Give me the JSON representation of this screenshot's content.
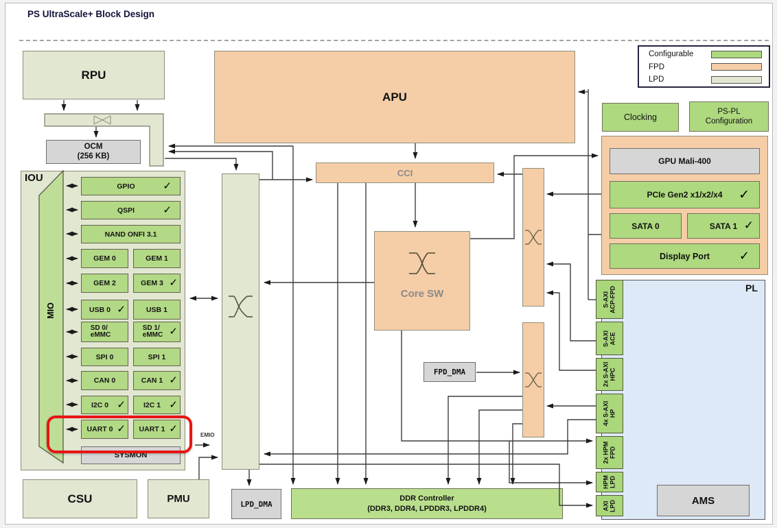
{
  "title": "PS UltraScale+ Block Design",
  "colors": {
    "configurable": "#aed97f",
    "fpd": "#f5cda6",
    "lpd": "#e2e7d2",
    "gray": "#d6d6d6",
    "pl_bg": "#dde9f6",
    "highlight": "#e81414",
    "line": "#3d3d3d"
  },
  "legend": {
    "items": [
      {
        "label": "Configurable",
        "swatch": "configurable"
      },
      {
        "label": "FPD",
        "swatch": "fpd"
      },
      {
        "label": "LPD",
        "swatch": "lpd"
      }
    ]
  },
  "blocks": {
    "rpu": "RPU",
    "ocm": [
      "OCM",
      "(256 KB)"
    ],
    "apu": "APU",
    "cci": "CCI",
    "core_sw": "Core SW",
    "iou": "IOU",
    "mio": "MIO",
    "sysmon": "SYSMON",
    "csu": "CSU",
    "pmu": "PMU",
    "lpd_dma": "LPD_DMA",
    "fpd_dma": "FPD_DMA",
    "ddr": [
      "DDR Controller",
      "(DDR3, DDR4, LPDDR3, LPDDR4)"
    ],
    "clocking": "Clocking",
    "ps_pl": [
      "PS-PL",
      "Configuration"
    ],
    "gpu": "GPU Mali-400",
    "pcie": "PCIe Gen2 x1/x2/x4",
    "sata0": "SATA 0",
    "sata1": "SATA 1",
    "display_port": "Display Port",
    "pl": "PL",
    "ams": "AMS",
    "emio": "EMIO"
  },
  "mio_rows": [
    {
      "cells": [
        {
          "label": "GPIO",
          "checked": true,
          "full": true
        }
      ]
    },
    {
      "cells": [
        {
          "label": "QSPI",
          "checked": true,
          "full": true
        }
      ]
    },
    {
      "cells": [
        {
          "label": "NAND ONFI 3.1",
          "checked": false,
          "full": true
        }
      ]
    },
    {
      "cells": [
        {
          "label": "GEM 0",
          "checked": false
        },
        {
          "label": "GEM 1",
          "checked": false
        }
      ]
    },
    {
      "cells": [
        {
          "label": "GEM 2",
          "checked": false
        },
        {
          "label": "GEM 3",
          "checked": true
        }
      ]
    },
    {
      "cells": [
        {
          "label": "USB 0",
          "checked": true
        },
        {
          "label": "USB 1",
          "checked": false
        }
      ]
    },
    {
      "cells": [
        {
          "label": "SD 0/",
          "label2": "eMMC",
          "checked": false
        },
        {
          "label": "SD 1/",
          "label2": "eMMC",
          "checked": true
        }
      ]
    },
    {
      "cells": [
        {
          "label": "SPI 0",
          "checked": false
        },
        {
          "label": "SPI 1",
          "checked": false
        }
      ]
    },
    {
      "cells": [
        {
          "label": "CAN 0",
          "checked": false
        },
        {
          "label": "CAN 1",
          "checked": true
        }
      ]
    },
    {
      "cells": [
        {
          "label": "I2C 0",
          "checked": true
        },
        {
          "label": "I2C 1",
          "checked": true
        }
      ]
    },
    {
      "cells": [
        {
          "label": "UART 0",
          "checked": true
        },
        {
          "label": "UART 1",
          "checked": true
        }
      ]
    }
  ],
  "pl_ports": [
    {
      "line1": "S-AXI",
      "line2": "ACP-FPD"
    },
    {
      "line1": "S-AXI",
      "line2": "ACE"
    },
    {
      "line1": "2x S-AXI",
      "line2": "HPC"
    },
    {
      "line1": "4x S-AXI",
      "line2": "HP"
    },
    {
      "line1": "2x HPM",
      "line2": "FPD"
    },
    {
      "line1": "HPM",
      "line2": "LPD"
    },
    {
      "line1": "AXI",
      "line2": "LPD"
    }
  ],
  "check_glyph": "✓"
}
